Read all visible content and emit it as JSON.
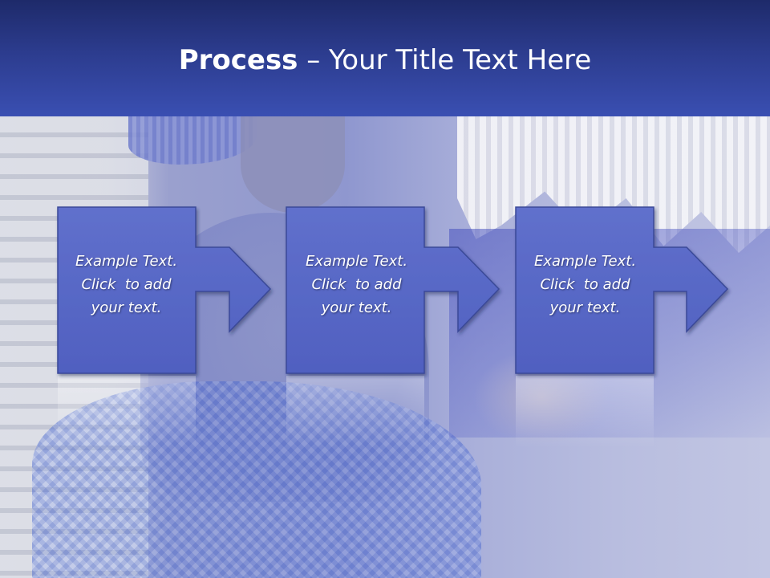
{
  "title": {
    "bold": "Process",
    "rest": " – Your Title Text Here"
  },
  "steps": [
    {
      "lines": [
        "Example Text.",
        "Click  to add",
        "your text."
      ]
    },
    {
      "lines": [
        "Example Text.",
        "Click  to add",
        "your text."
      ]
    },
    {
      "lines": [
        "Example Text.",
        "Click  to add",
        "your text."
      ]
    }
  ],
  "colors": {
    "header_top": "#1e2a6a",
    "header_bottom": "#3a4fb2",
    "shape_fill": "#5b6cc8",
    "shape_border": "#3a4898",
    "text": "#ffffff"
  }
}
